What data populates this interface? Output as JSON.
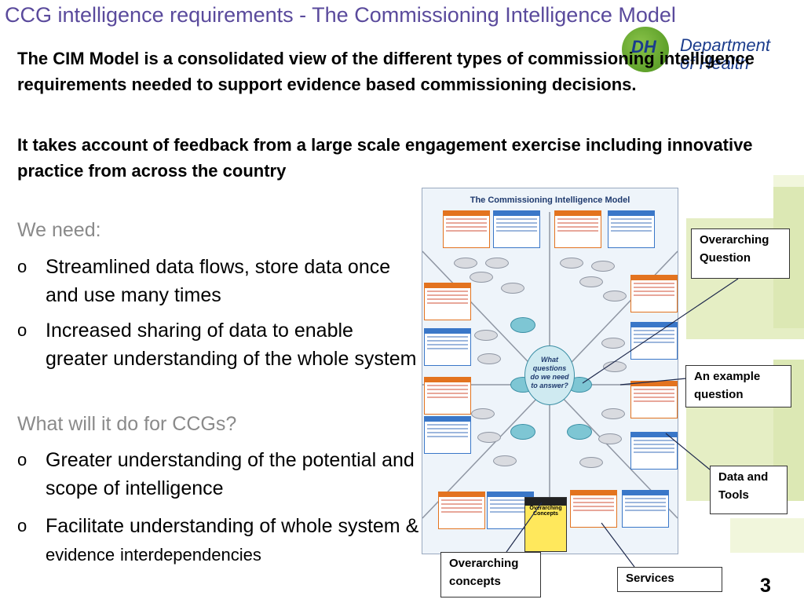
{
  "slide": {
    "title": "CCG intelligence requirements - The Commissioning Intelligence Model",
    "intro_paragraph_1": "The CIM Model is a consolidated view of the different types of commissioning intelligence requirements needed to support evidence based commissioning decisions.",
    "intro_paragraph_2": "It takes account of feedback from a large scale engagement exercise including innovative practice from across the country",
    "section_1_heading": "We need:",
    "section_1_bullets": [
      "Streamlined data flows, store data once and use many times",
      "Increased sharing of data to enable greater understanding of the whole system"
    ],
    "section_2_heading": "What will it do for CCGs?",
    "section_2_bullets": [
      "Greater understanding of the potential and scope of intelligence",
      "Facilitate understanding of whole system"
    ],
    "section_2_bullet_2_tail_ampersand": "&",
    "section_2_bullet_2_tail_small": "evidence",
    "section_2_bullet_2_tail_end": "interdependencies",
    "bullet_marker": "o",
    "page_number": "3"
  },
  "logo": {
    "letters": "DH",
    "name_line_1": "Department",
    "name_line_2": "of Health",
    "icon": "dh-globe-icon"
  },
  "poster": {
    "title": "The Commissioning Intelligence Model",
    "center_question": "What questions do we need to answer?",
    "concepts_label": "Overarching Concepts"
  },
  "callouts": {
    "overarching_question": "Overarching Question",
    "example_question": "An example question",
    "data_and_tools": "Data and Tools",
    "overarching_concepts": "Overarching concepts",
    "services": "Services"
  },
  "colors": {
    "title": "#5a4a9c",
    "heading_grey": "#8a8a8a",
    "deco_green": "#e5eec4",
    "poster_orange": "#e3731f",
    "poster_blue": "#3a77c8",
    "dh_blue": "#1b3c8c",
    "dh_green": "#5ea12a"
  }
}
